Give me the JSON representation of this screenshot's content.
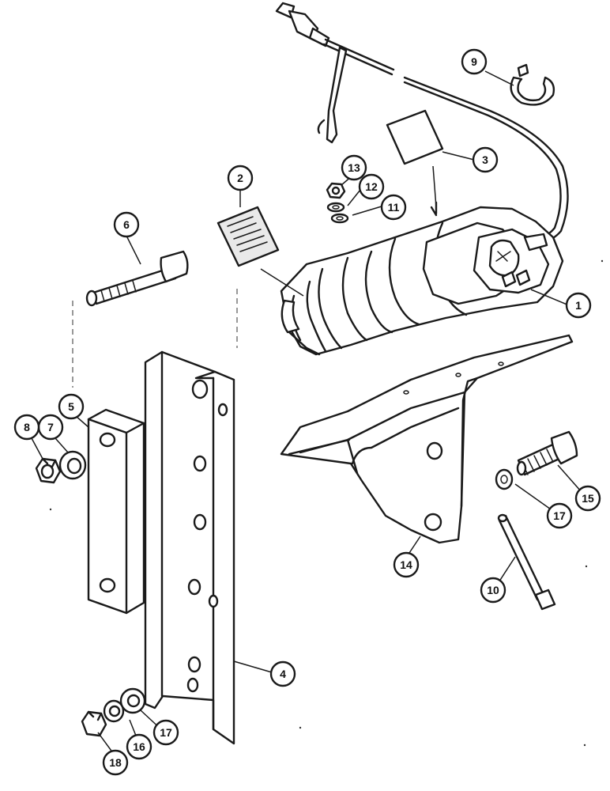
{
  "diagram": {
    "background": "#ffffff",
    "line_color": "#1a1a1a",
    "callouts": [
      {
        "id": "c1",
        "label": "1"
      },
      {
        "id": "c2",
        "label": "2"
      },
      {
        "id": "c3",
        "label": "3"
      },
      {
        "id": "c4",
        "label": "4"
      },
      {
        "id": "c5",
        "label": "5"
      },
      {
        "id": "c6",
        "label": "6"
      },
      {
        "id": "c7",
        "label": "7"
      },
      {
        "id": "c8",
        "label": "8"
      },
      {
        "id": "c9",
        "label": "9"
      },
      {
        "id": "c10",
        "label": "10"
      },
      {
        "id": "c11",
        "label": "11"
      },
      {
        "id": "c12",
        "label": "12"
      },
      {
        "id": "c13",
        "label": "13"
      },
      {
        "id": "c14",
        "label": "14"
      },
      {
        "id": "c15",
        "label": "15"
      },
      {
        "id": "c16",
        "label": "16"
      },
      {
        "id": "c17a",
        "label": "17"
      },
      {
        "id": "c17b",
        "label": "17"
      },
      {
        "id": "c18",
        "label": "18"
      }
    ]
  }
}
